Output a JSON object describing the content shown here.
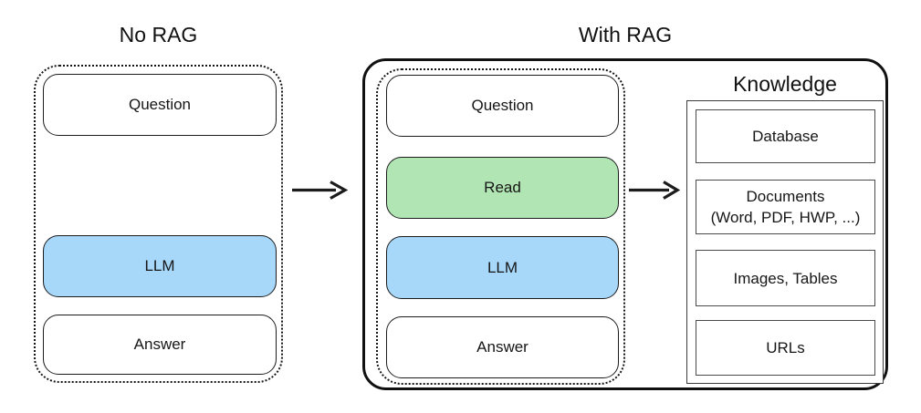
{
  "no_rag": {
    "title": "No RAG",
    "boxes": [
      {
        "label": "Question"
      },
      {
        "label": "LLM"
      },
      {
        "label": "Answer"
      }
    ]
  },
  "with_rag": {
    "title": "With RAG",
    "pipeline": [
      {
        "label": "Question"
      },
      {
        "label": "Read"
      },
      {
        "label": "LLM"
      },
      {
        "label": "Answer"
      }
    ],
    "knowledge": {
      "title": "Knowledge",
      "items": [
        {
          "label": "Database",
          "sublabel": ""
        },
        {
          "label": "Documents",
          "sublabel": "(Word, PDF, HWP, ...)"
        },
        {
          "label": "Images, Tables",
          "sublabel": ""
        },
        {
          "label": "URLs",
          "sublabel": ""
        }
      ]
    }
  },
  "icons": {
    "flow_arrow": "right-arrow"
  },
  "colors": {
    "llm_fill": "#a7d7f9",
    "read_fill": "#b1e6b4",
    "white_fill": "#ffffff",
    "line": "#1c1c1c"
  }
}
